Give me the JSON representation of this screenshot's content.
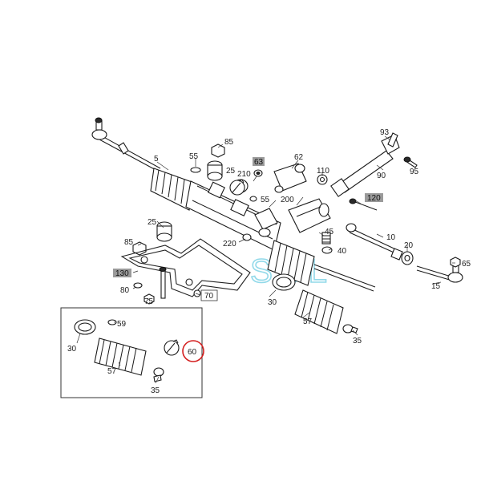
{
  "watermark": "SOL",
  "colors": {
    "highlight_box": "#9a9a9a",
    "circle_marker": "#d42020",
    "watermark": "#7fd3e6"
  },
  "callouts": {
    "c93": "93",
    "c5": "5",
    "c55a": "55",
    "c85a": "85",
    "c62": "62",
    "c110": "110",
    "c95": "95",
    "c63": "63",
    "c210": "210",
    "c25a": "25",
    "c90": "90",
    "c200": "200",
    "c55b": "55",
    "c120": "120",
    "c25b": "25",
    "c45": "45",
    "c10": "10",
    "c85b": "85",
    "c220": "220",
    "c20": "20",
    "c40": "40",
    "c65": "65",
    "c130": "130",
    "c15": "15",
    "c80": "80",
    "c70": "70",
    "c30a": "30",
    "c75": "75",
    "c57a": "57",
    "c59": "59",
    "c30b": "30",
    "c60": "60",
    "c35a": "35",
    "c57b": "57",
    "c35b": "35"
  }
}
